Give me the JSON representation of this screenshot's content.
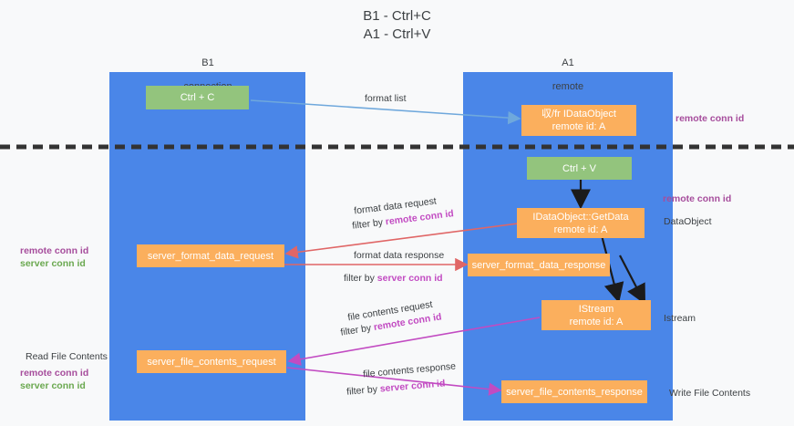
{
  "diagram": {
    "title": "B1 - Ctrl+C\nA1 - Ctrl+V",
    "colors": {
      "lane": "#4a86e8",
      "green_node": "#93c47d",
      "orange_node": "#fbaf5d",
      "remote_conn_id": "#a64d9c",
      "server_conn_id": "#6aa84f",
      "format_list_arrow": "#6fa8dc",
      "format_data_arrow": "#e06666",
      "file_contents_arrow": "#c24bc2",
      "divider": "#333333"
    },
    "columns": [
      {
        "name": "left-lane",
        "title": "B1",
        "subtitle": "connection"
      },
      {
        "name": "right-lane",
        "title": "A1",
        "subtitle": "remote"
      }
    ],
    "nodes": [
      {
        "id": "ctrl-c",
        "label": "Ctrl + C",
        "style": "green"
      },
      {
        "id": "idataobject",
        "label": "収/fr IDataObject\nremote id: A",
        "style": "orange"
      },
      {
        "id": "ctrl-v",
        "label": "Ctrl + V",
        "style": "green"
      },
      {
        "id": "getdata",
        "label": "IDataObject::GetData\nremote id: A",
        "style": "orange"
      },
      {
        "id": "server-format-data-request",
        "label": "server_format_data_request",
        "style": "orange"
      },
      {
        "id": "server-format-data-response",
        "label": "server_format_data_response",
        "style": "orange"
      },
      {
        "id": "istream",
        "label": "IStream\nremote id: A",
        "style": "orange"
      },
      {
        "id": "server-file-contents-request",
        "label": "server_file_contents_request",
        "style": "orange"
      },
      {
        "id": "server-file-contents-response",
        "label": "server_file_contents_response",
        "style": "orange"
      }
    ],
    "edge_labels": {
      "format_list": "format list",
      "format_data_request": "format data request",
      "format_data_request_filter_prefix": "filter by ",
      "format_data_request_filter_key": "remote conn id",
      "format_data_response": "format data response",
      "format_data_response_filter_prefix": "filter by ",
      "format_data_response_filter_key": "server conn id",
      "file_contents_request": "file contents request",
      "file_contents_request_filter_prefix": "filter by ",
      "file_contents_request_filter_key": "remote conn id",
      "file_contents_response": "file contents response",
      "file_contents_response_filter_prefix": "filter by ",
      "file_contents_response_filter_key": "server conn id"
    },
    "right_notes": [
      {
        "id": "right-note-remote-conn-id-top",
        "text": "remote conn id",
        "kind": "remote"
      },
      {
        "id": "right-note-remote-conn-id-mid",
        "text": "remote conn id",
        "kind": "remote"
      },
      {
        "id": "right-note-dataobject",
        "text": "DataObject",
        "kind": "plain"
      },
      {
        "id": "right-note-istream",
        "text": "Istream",
        "kind": "plain"
      },
      {
        "id": "right-note-write-file-contents",
        "text": "Write File Contents",
        "kind": "plain"
      }
    ],
    "left_notes": [
      {
        "id": "left-note-remote-conn-id",
        "text": "remote conn id",
        "kind": "remote"
      },
      {
        "id": "left-note-server-conn-id",
        "text": "server conn id",
        "kind": "server"
      },
      {
        "id": "left-note-read-file-contents",
        "text": "Read File Contents",
        "kind": "plain"
      },
      {
        "id": "left-note-remote-conn-id-2",
        "text": "remote conn id",
        "kind": "remote"
      },
      {
        "id": "left-note-server-conn-id-2",
        "text": "server conn id",
        "kind": "server"
      }
    ]
  }
}
